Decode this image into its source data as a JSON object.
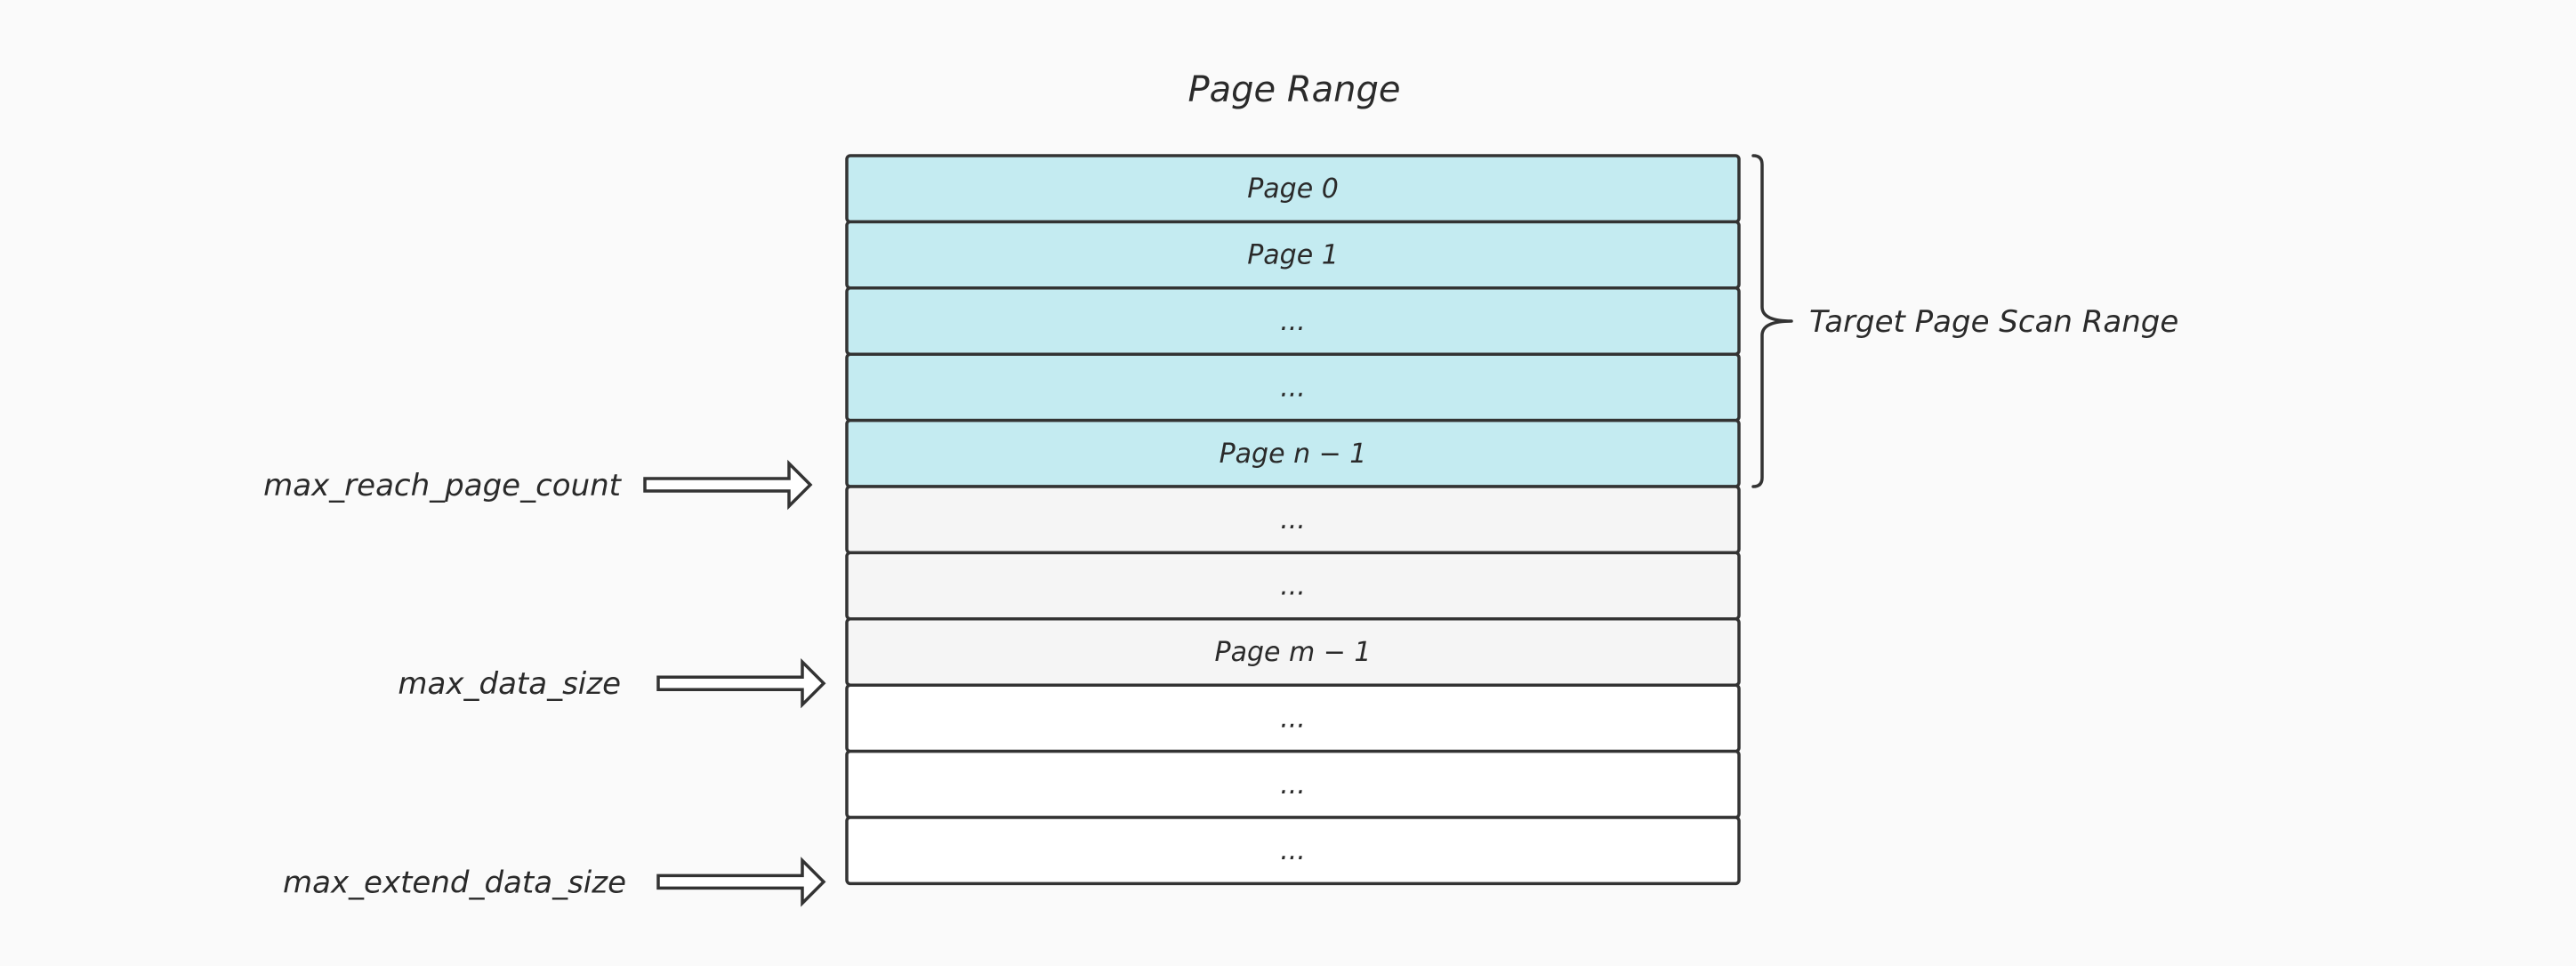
{
  "title": "Page Range",
  "colors": {
    "background": "#fafafa",
    "scan_fill": "#c4ebf1",
    "between_fill": "#f5f5f5",
    "extend_fill": "#ffffff",
    "stroke": "#333333"
  },
  "pages": [
    {
      "label": "Page 0",
      "group": "scan"
    },
    {
      "label": "Page 1",
      "group": "scan"
    },
    {
      "label": "...",
      "group": "scan"
    },
    {
      "label": "...",
      "group": "scan"
    },
    {
      "label": "Page n − 1",
      "group": "scan"
    },
    {
      "label": "...",
      "group": "between"
    },
    {
      "label": "...",
      "group": "between"
    },
    {
      "label": "Page m − 1",
      "group": "between"
    },
    {
      "label": "...",
      "group": "extend"
    },
    {
      "label": "...",
      "group": "extend"
    },
    {
      "label": "...",
      "group": "extend"
    }
  ],
  "markers": [
    {
      "label": "max_reach_page_count",
      "boundary_after_page": 5,
      "icon": "right-arrow-icon"
    },
    {
      "label": "max_data_size",
      "boundary_after_page": 8,
      "icon": "right-arrow-icon"
    },
    {
      "label": "max_extend_data_size",
      "boundary_after_page": 11,
      "icon": "right-arrow-icon"
    }
  ],
  "brace": {
    "label": "Target Page Scan Range",
    "from_page": 0,
    "to_page": 4,
    "icon": "curly-brace-icon"
  }
}
